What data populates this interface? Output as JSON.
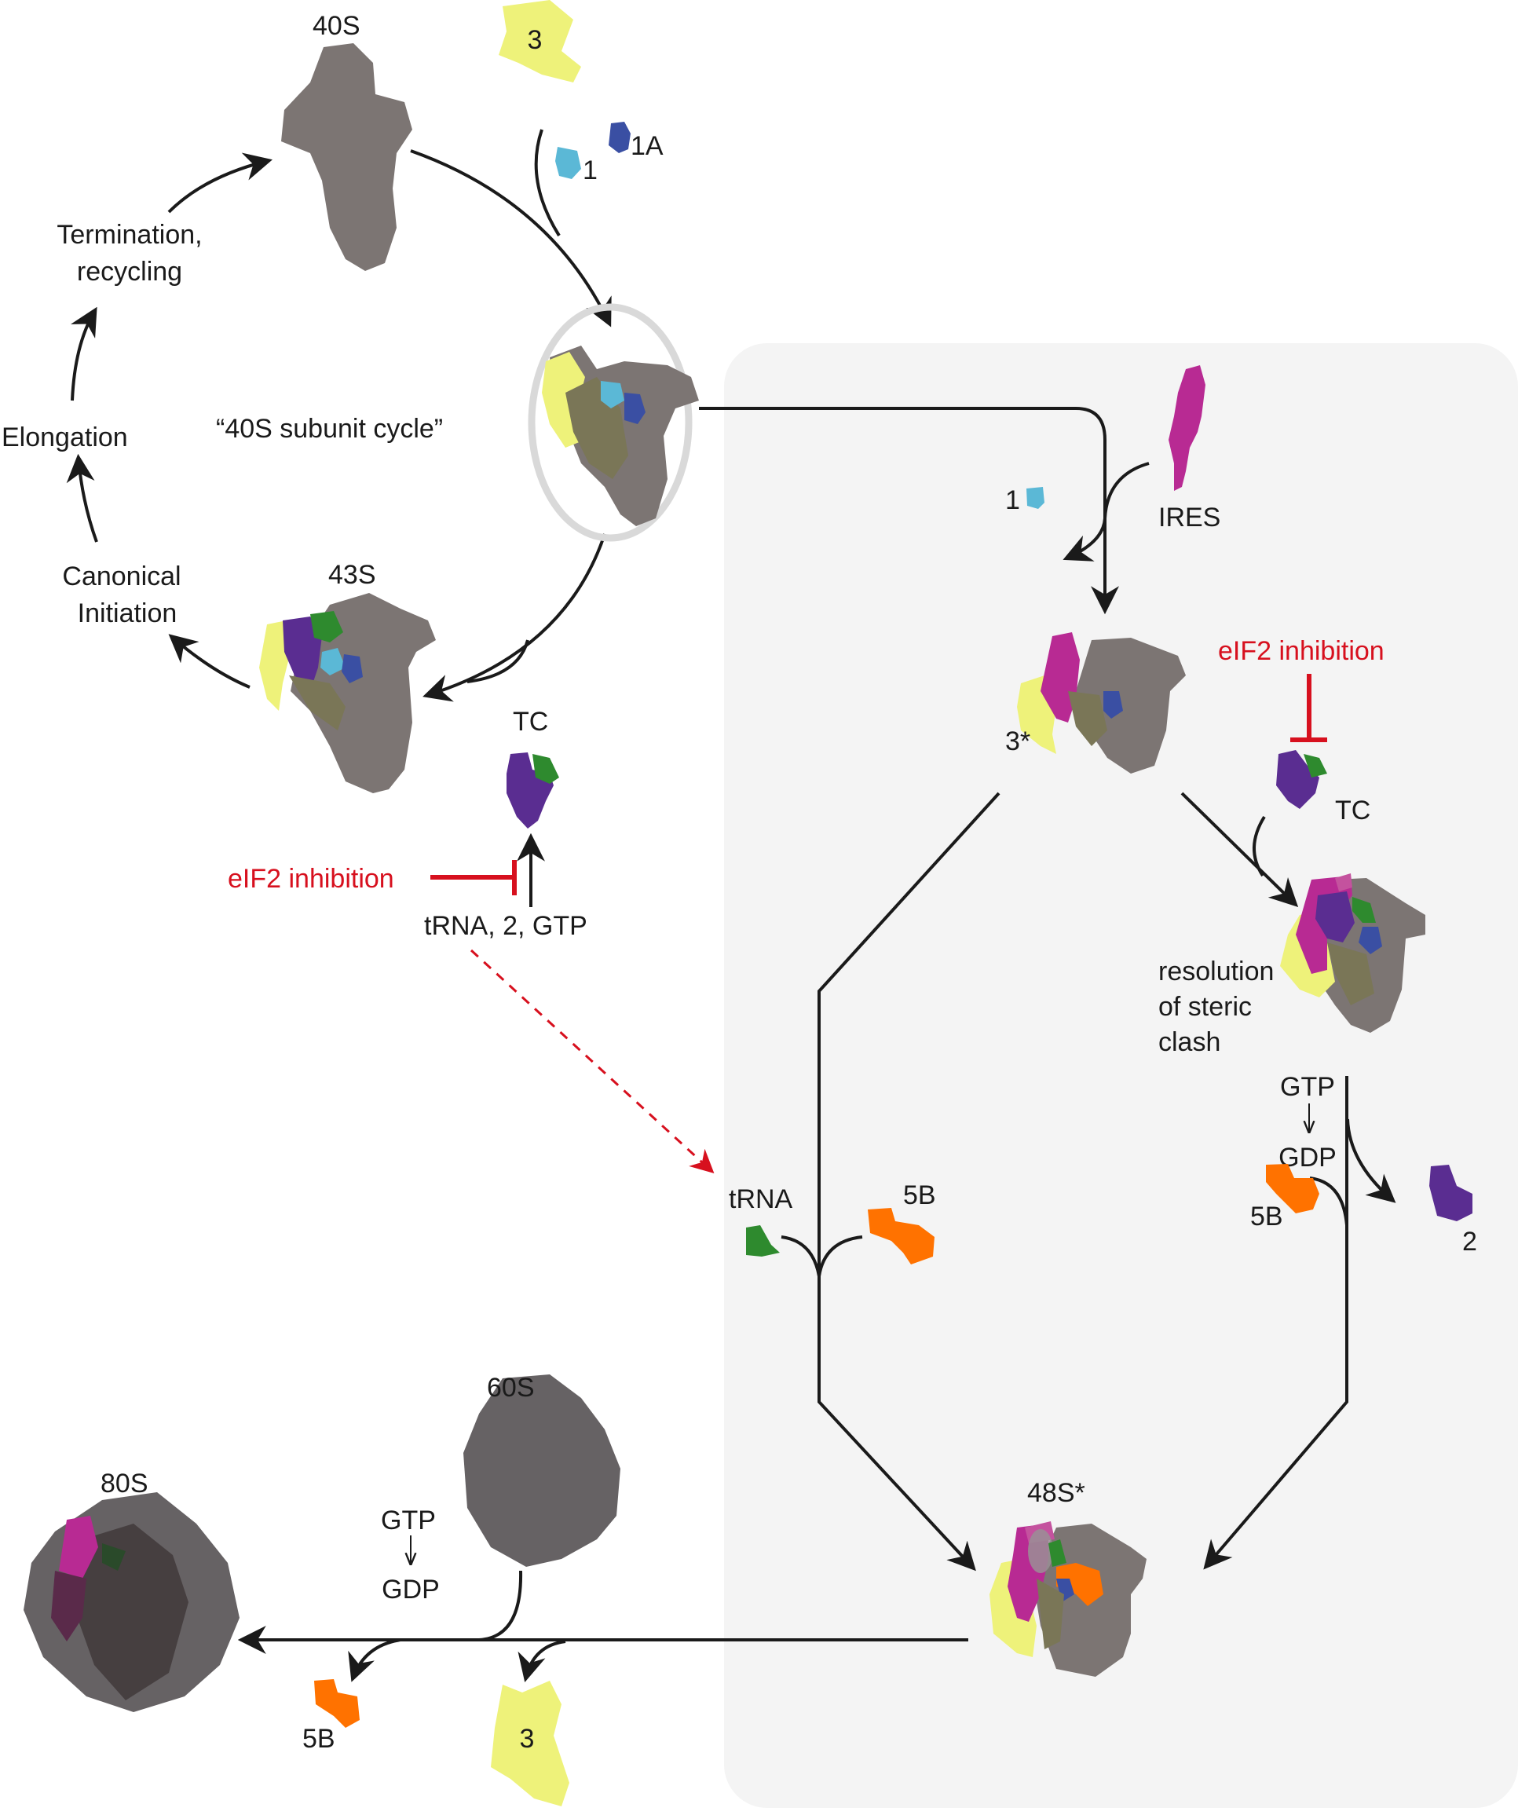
{
  "title_annotation": "“40S subunit cycle”",
  "colors": {
    "ribosome_40s": "#7c7573",
    "ribosome_60s": "#666264",
    "ribosome_80s_dark": "#463f40",
    "eif3": "#eef27a",
    "eif1": "#5bb8d6",
    "eif1a": "#3a4fa3",
    "eif2": "#5a2d91",
    "trna": "#2e8a2e",
    "eif5b": "#ff7200",
    "ires": "#b82a93",
    "inhibition": "#d7101e",
    "panel_bg": "#f4f4f4",
    "highlight_ring": "#d9d9d9",
    "line": "#1a1a1a"
  },
  "cycle": {
    "nodes": {
      "s40": "40S",
      "eif3": "3",
      "eif1": "1",
      "eif1a": "1A",
      "s43": "43S",
      "tc": "TC",
      "tc_inputs": "tRNA, 2, GTP"
    },
    "steps": {
      "termination": [
        "Termination,",
        "recycling"
      ],
      "elongation": "Elongation",
      "canonical": [
        "Canonical",
        "Initiation"
      ]
    },
    "inhibition_label": "eIF2 inhibition"
  },
  "ires_pathway": {
    "ires_label": "IRES",
    "released_eif1": "1",
    "eif3_star": "3*",
    "inhibition_label": "eIF2 inhibition",
    "tc_label": "TC",
    "steric_note": [
      "resolution",
      "of steric",
      "clash"
    ],
    "gtp": "GTP",
    "gdp": "GDP",
    "released_eif2": "2",
    "eif5b_right": "5B",
    "trna_label": "tRNA",
    "eif5b_left": "5B",
    "s48": "48S*"
  },
  "joining": {
    "s60": "60S",
    "s80": "80S",
    "gtp": "GTP",
    "gdp": "GDP",
    "released_5b": "5B",
    "released_3": "3"
  }
}
